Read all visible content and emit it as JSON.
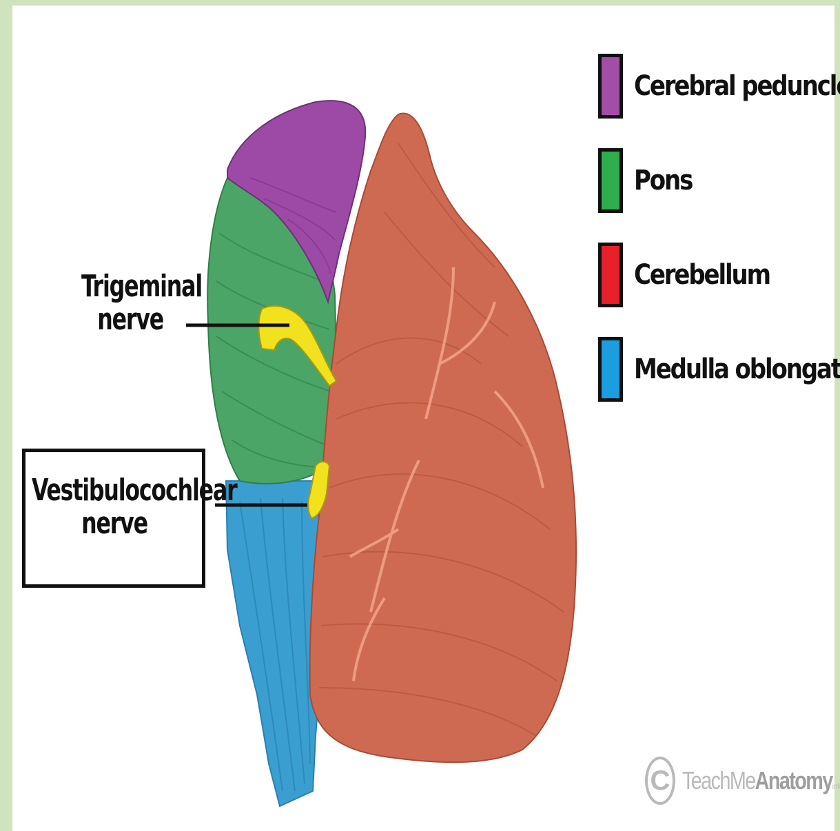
{
  "labels": {
    "trigeminal_line1": "Trigeminal",
    "trigeminal_line2": "nerve",
    "vestibulocochlear_line1": "Vestibulocochlear",
    "vestibulocochlear_line2": "nerve"
  },
  "legend": [
    {
      "label": "Cerebral peduncles",
      "color": "#a24ea8"
    },
    {
      "label": "Pons",
      "color": "#2fae4e"
    },
    {
      "label": "Cerebellum",
      "color": "#e8202a"
    },
    {
      "label": "Medulla oblongata",
      "color": "#1a9ee0"
    }
  ],
  "regions": {
    "cerebral_peduncles": "#9d4aa6",
    "pons": "#4aa567",
    "cerebellum": "#cf6a52",
    "medulla": "#3a9fd0",
    "nerves": "#f2e21e"
  },
  "watermark": {
    "symbol": "C",
    "text_a": "TeachMe",
    "text_b": "Anatomy",
    "suffix": "info"
  }
}
